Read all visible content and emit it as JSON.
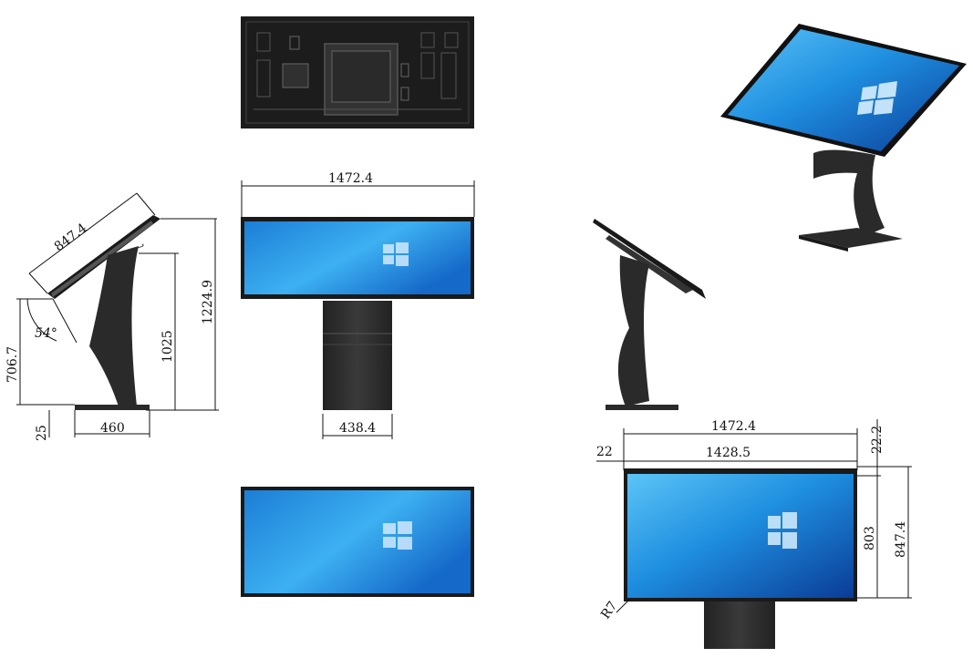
{
  "dimensions": {
    "side_diagonal": "847.4",
    "side_height_total": "1224.9",
    "side_height_stand": "1025",
    "side_height_low": "706.7",
    "side_angle": "54°",
    "side_base_thickness": "25",
    "side_base_depth": "460",
    "front_width": "1472.4",
    "front_column_width": "438.4",
    "rear_width_total": "1472.4",
    "rear_width_inner": "1428.5",
    "rear_margin_left": "22",
    "rear_margin_top": "22.2",
    "rear_height_inner": "803",
    "rear_height_total": "847.4",
    "rear_corner_radius": "R7"
  },
  "colors": {
    "screen_light": "#4fb6f2",
    "screen_mid": "#1f86da",
    "screen_dark": "#0b3f9c",
    "bezel": "#1a1a1a",
    "stand": "#2b2b2b"
  }
}
